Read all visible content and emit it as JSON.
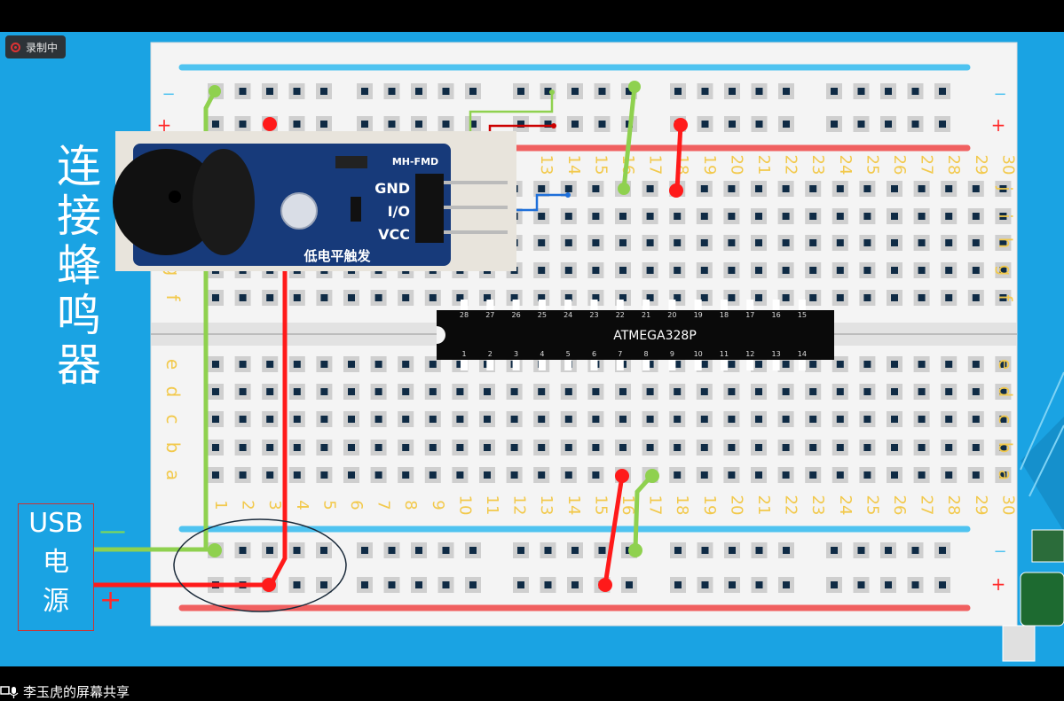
{
  "recording": {
    "label": "录制中"
  },
  "title": {
    "chars": [
      "连",
      "接",
      "蜂",
      "鸣",
      "器"
    ]
  },
  "usb": {
    "line1": "USB",
    "line2": "电",
    "line3": "源",
    "minus": "—",
    "plus": "+"
  },
  "breadboard": {
    "col_numbers": [
      "1",
      "2",
      "3",
      "4",
      "5",
      "6",
      "7",
      "8",
      "9",
      "10",
      "11",
      "12",
      "13",
      "14",
      "15",
      "16",
      "17",
      "18",
      "19",
      "20",
      "21",
      "22",
      "23",
      "24",
      "25",
      "26",
      "27",
      "28",
      "29",
      "30"
    ],
    "top_row_letters": [
      "f",
      "g",
      "h",
      "i",
      "j"
    ],
    "bottom_row_letters": [
      "a",
      "b",
      "c",
      "d",
      "e"
    ],
    "rail_minus": "−",
    "rail_plus": "+"
  },
  "chip": {
    "label": "ATMEGA328P",
    "top_pins": [
      "28",
      "27",
      "26",
      "25",
      "24",
      "23",
      "22",
      "21",
      "20",
      "19",
      "18",
      "17",
      "16",
      "15"
    ],
    "bottom_pins": [
      "1",
      "2",
      "3",
      "4",
      "5",
      "6",
      "7",
      "8",
      "9",
      "10",
      "11",
      "12",
      "13",
      "14"
    ]
  },
  "module": {
    "brand": "MH-FMD",
    "pin_gnd": "GND",
    "pin_io": "I/O",
    "pin_vcc": "VCC",
    "caption": "低电平触发"
  },
  "share": {
    "label": "李玉虎的屏幕共享"
  },
  "colors": {
    "background": "#1aa3e3",
    "wire_green": "#8fd14f",
    "wire_red": "#ff1a1a",
    "rail_blue": "#4fc3f0",
    "rail_red": "#f06060",
    "label_yellow": "#f2c94c"
  }
}
